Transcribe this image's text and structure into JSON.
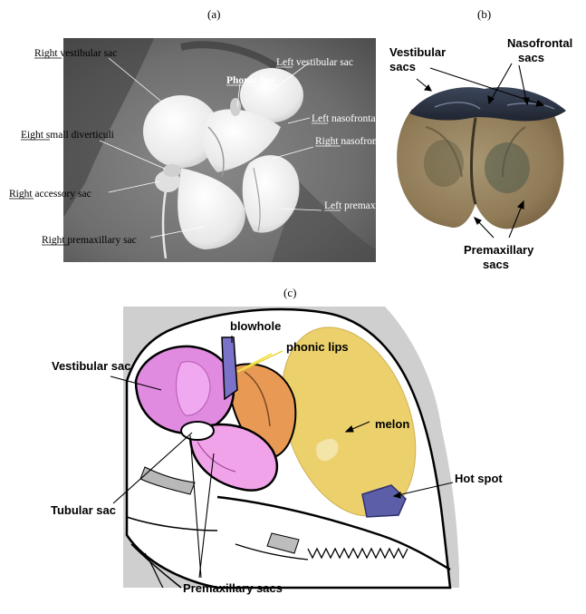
{
  "panels": {
    "a": {
      "letter": "(a)",
      "labels": {
        "right_vestibular": "Right vestibular sac",
        "left_vestibular": "Left vestibular sac",
        "phonic_lips": "Phonic lips",
        "left_nasofrontal": "Left nasofrontal s",
        "eight_small": "Eight small diverticuli",
        "right_nasofrontal": "Right nasofrontal",
        "right_accessory": "Right accessory sac",
        "left_premaxillary": "Left premaxilla",
        "right_premaxillary": "Right premaxillary sac"
      }
    },
    "b": {
      "letter": "(b)",
      "labels": {
        "vestibular_line1": "Vestibular",
        "vestibular_line2": "sacs",
        "nasofrontal_line1": "Nasofrontal",
        "nasofrontal_line2": "sacs",
        "premaxillary_line1": "Premaxillary",
        "premaxillary_line2": "sacs"
      }
    },
    "c": {
      "letter": "(c)",
      "labels": {
        "blowhole": "blowhole",
        "phonic_lips": "phonic lips",
        "vestibular_sac": "Vestibular sac",
        "melon": "melon",
        "hot_spot": "Hot spot",
        "tubular_sac": "Tubular sac",
        "premaxillary_sacs": "Premaxillary sacs"
      }
    }
  },
  "colors": {
    "photo_bg": "#7d7d7d",
    "sac_white": "#f2f2f2",
    "melon": "#e6c85a",
    "vestibular": "#e08be0",
    "nasofrontal_orange": "#e89a55",
    "hot_spot": "#5c5fa8",
    "skull_gray": "#c8c8c8"
  }
}
